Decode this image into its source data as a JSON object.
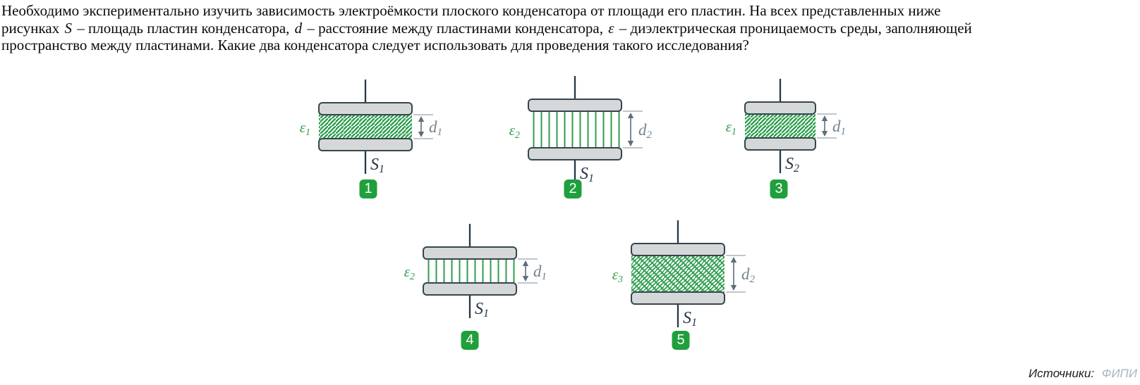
{
  "question": {
    "lines": [
      [
        {
          "text": "Необходимо экспериментально изучить зависимость электроёмкости плоского конденсатора от площади его пластин. На всех представленных ниже"
        }
      ],
      [
        {
          "text": "рисунках "
        },
        {
          "math": "S"
        },
        {
          "text": " – площадь пластин конденсатора, "
        },
        {
          "math": "d"
        },
        {
          "text": " – расстояние между пластинами конденсатора, "
        },
        {
          "math": "ε"
        },
        {
          "text": " – диэлектрическая проницаемость среды, заполняющей"
        }
      ],
      [
        {
          "text": "пространство между пластинами. Какие два конденсатора следует использовать для проведения такого исследования?"
        }
      ]
    ]
  },
  "figures": [
    {
      "number": "1",
      "epsilon_base": "ε",
      "epsilon_sub": "1",
      "d_base": "d",
      "d_sub": "1",
      "s_base": "S",
      "s_sub": "1",
      "hatch": "diagonal",
      "plate_width": "wide",
      "gap": "small"
    },
    {
      "number": "2",
      "epsilon_base": "ε",
      "epsilon_sub": "2",
      "d_base": "d",
      "d_sub": "2",
      "s_base": "S",
      "s_sub": "1",
      "hatch": "vertical",
      "plate_width": "wide",
      "gap": "large"
    },
    {
      "number": "3",
      "epsilon_base": "ε",
      "epsilon_sub": "1",
      "d_base": "d",
      "d_sub": "1",
      "s_base": "S",
      "s_sub": "2",
      "hatch": "diagonal",
      "plate_width": "narrow",
      "gap": "small"
    },
    {
      "number": "4",
      "epsilon_base": "ε",
      "epsilon_sub": "2",
      "d_base": "d",
      "d_sub": "1",
      "s_base": "S",
      "s_sub": "1",
      "hatch": "vertical",
      "plate_width": "wide",
      "gap": "small"
    },
    {
      "number": "5",
      "epsilon_base": "ε",
      "epsilon_sub": "3",
      "d_base": "d",
      "d_sub": "2",
      "s_base": "S",
      "s_sub": "1",
      "hatch": "cross",
      "plate_width": "wide",
      "gap": "large"
    }
  ],
  "source": {
    "prefix": "Источники:",
    "name": "ФИПИ"
  },
  "colors": {
    "hatch_green": "#2f9e4e",
    "badge_green": "#1fa03c",
    "plate_fill": "#d5d8d8",
    "plate_stroke": "#36454e",
    "wire": "#24384a",
    "dim_arrow": "#5d6e7a",
    "dim_label": "#74838f",
    "ext_line": "#9aa5ac",
    "source_name": "#a9b6bf"
  }
}
